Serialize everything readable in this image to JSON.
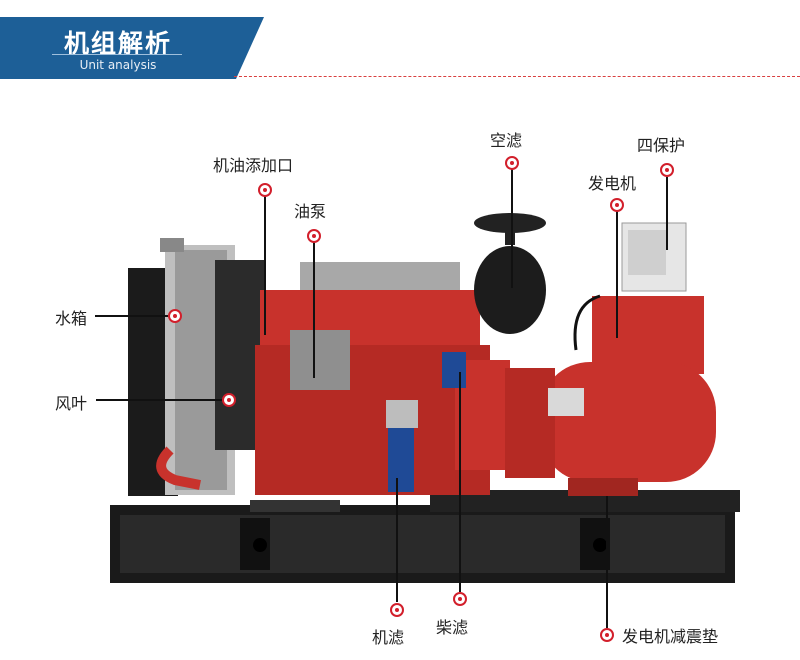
{
  "header": {
    "title": "机组解析",
    "subtitle": "Unit analysis"
  },
  "colors": {
    "header_bg": "#1d5f97",
    "marker": "#d21f2b",
    "engine": "#c8322c",
    "frame": "#1a1a1a"
  },
  "labels": {
    "oil_filler": "机油添加口",
    "oil_pump": "油泵",
    "air_filter": "空滤",
    "four_protection": "四保护",
    "alternator": "发电机",
    "water_tank": "水箱",
    "fan": "风叶",
    "oil_filter": "机滤",
    "diesel_filter": "柴滤",
    "alternator_mount": "发电机减震垫"
  }
}
